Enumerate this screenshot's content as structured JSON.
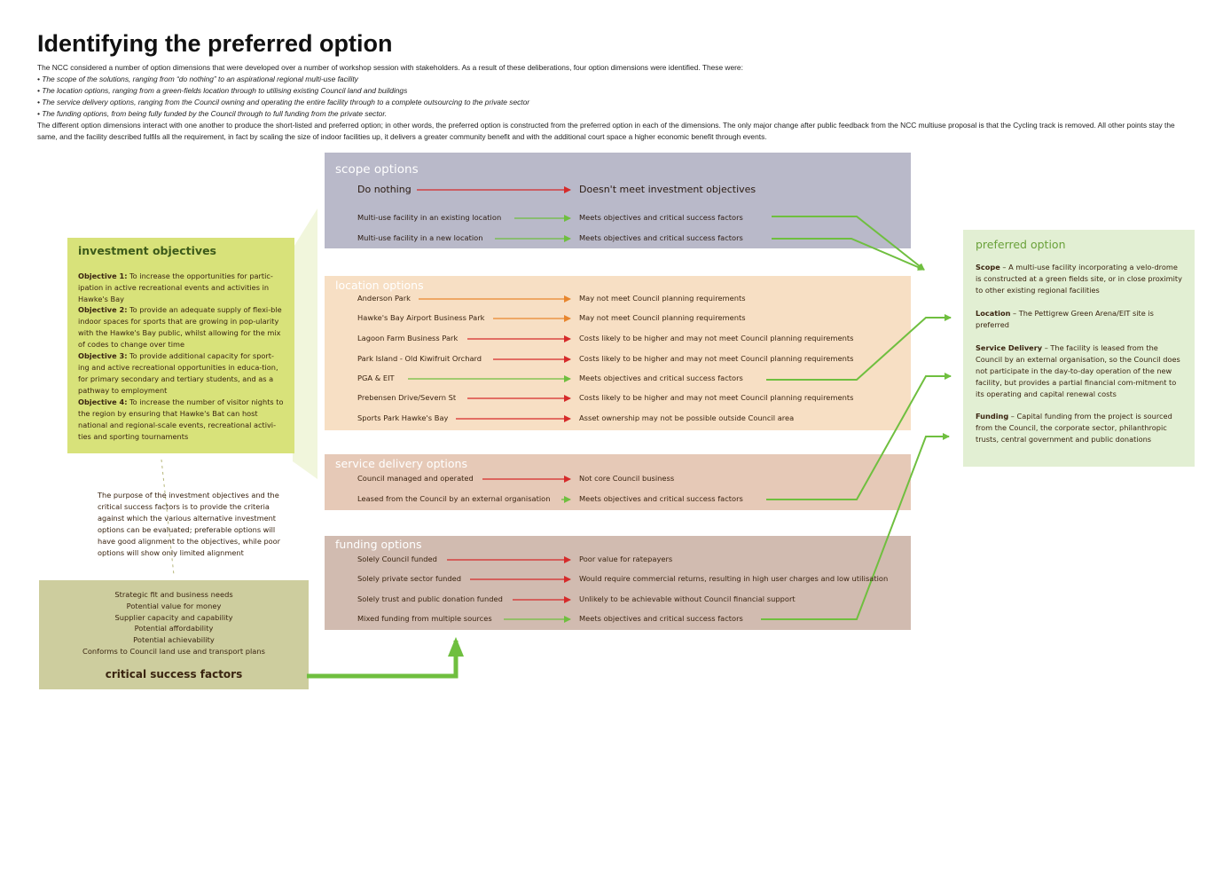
{
  "title": "Identifying the preferred option",
  "intro": {
    "line1": "The NCC considered a number of option dimensions that were developed over a number of workshop session with stakeholders. As a result of these deliberations, four option dimensions were identified. These were:",
    "bullets": [
      "• The scope of the solutions, ranging from “do nothing” to an aspirational regional multi-use facility",
      "• The location options, ranging from a green-fields location through to utilising existing Council land and buildings",
      "• The service delivery options, ranging from the Council owning and operating the entire facility through to a complete outsourcing to the private sector",
      "• The funding options, from being fully funded by the Council through to full funding from the private sector."
    ],
    "line2": "The different option dimensions interact with one another to produce the short-listed and preferred option; in other words, the preferred option is constructed from the preferred option in each of the dimensions. The only major change after public feedback from the NCC multiuse proposal is that the Cycling track is removed. All other points stay the same, and the facility described fulfils all the requirement, in fact by scaling the size of indoor facilities up, it delivers a greater community benefit and with the additional court space a higher economic benefit through events."
  },
  "colors": {
    "scope": "#b9b9c9",
    "location": "#f7dfc4",
    "service": "#e6c9b7",
    "funding": "#d1bbb0",
    "investment": "#d8e27a",
    "csf": "#cdcd9e",
    "preferred": "#e2efd3",
    "green": "#6fbf3f",
    "red": "#d62a2a",
    "orange": "#e8862e"
  },
  "scope": {
    "title": "scope options",
    "rows": [
      {
        "label": "Do nothing",
        "result": "Doesn't meet investment objectives",
        "arrow": "red"
      },
      {
        "label": "Multi-use facility in an existing location",
        "result": "Meets objectives and critical success factors",
        "arrow": "green"
      },
      {
        "label": "Multi-use facility in a new location",
        "result": "Meets objectives and critical success factors",
        "arrow": "green"
      }
    ]
  },
  "location": {
    "title": "location options",
    "rows": [
      {
        "label": "Anderson Park",
        "result": "May not meet Council planning requirements",
        "arrow": "orange"
      },
      {
        "label": "Hawke's Bay Airport Business Park",
        "result": "May not meet Council planning requirements",
        "arrow": "orange"
      },
      {
        "label": "Lagoon Farm Business Park",
        "result": "Costs likely to be higher and may not meet Council planning requirements",
        "arrow": "red"
      },
      {
        "label": "Park Island - Old Kiwifruit Orchard",
        "result": "Costs likely to be higher and may not meet Council planning requirements",
        "arrow": "red"
      },
      {
        "label": "PGA & EIT",
        "result": "Meets objectives and critical success factors",
        "arrow": "green"
      },
      {
        "label": "Prebensen Drive/Severn St",
        "result": "Costs likely to be higher and may not meet Council planning requirements",
        "arrow": "red"
      },
      {
        "label": "Sports Park Hawke's Bay",
        "result": "Asset ownership may not be possible outside Council area",
        "arrow": "red"
      }
    ]
  },
  "service": {
    "title": "service delivery options",
    "rows": [
      {
        "label": "Council managed and operated",
        "result": "Not core Council business",
        "arrow": "red"
      },
      {
        "label": "Leased from the Council by an external organisation",
        "result": "Meets objectives and critical success factors",
        "arrow": "green"
      }
    ]
  },
  "funding": {
    "title": "funding options",
    "rows": [
      {
        "label": "Solely Council funded",
        "result": "Poor value for ratepayers",
        "arrow": "red"
      },
      {
        "label": "Solely private sector funded",
        "result": "Would require commercial returns, resulting in high user charges and low utilisation",
        "arrow": "red"
      },
      {
        "label": "Solely trust and public donation funded",
        "result": "Unlikely to be achievable without Council financial support",
        "arrow": "red"
      },
      {
        "label": "Mixed funding from multiple sources",
        "result": "Meets objectives and critical success factors",
        "arrow": "green"
      }
    ]
  },
  "investment": {
    "title": "investment objectives",
    "objectives": [
      {
        "name": "Objective 1:",
        "text": " To increase the opportunities for partic-ipation in active recreational events and activities in Hawke's Bay"
      },
      {
        "name": "Objective 2:",
        "text": " To provide an adequate supply of flexi-ble indoor spaces for sports that are growing in pop-ularity with the Hawke's Bay public, whilst allowing for the mix of codes to change over time"
      },
      {
        "name": "Objective 3:",
        "text": " To provide additional capacity for sport-ing and active recreational opportunities in educa-tion, for primary secondary and tertiary students, and as a pathway to employment"
      },
      {
        "name": "Objective 4:",
        "text": " To increase the number of visitor nights to the region by ensuring that Hawke's Bat can host national and regional-scale events, recreational activi-ties and sporting tournaments"
      }
    ],
    "purpose": "The purpose of the investment objectives and the critical success factors is to provide the criteria against which the various alternative investment options can be evaluated; preferable options will have good alignment to the objectives, while poor options will show only limited alignment"
  },
  "csf": {
    "title": "critical success factors",
    "items": [
      "Strategic fit and business needs",
      "Potential value for money",
      "Supplier capacity and capability",
      "Potential affordability",
      "Potential achievability",
      "Conforms to Council land use and transport plans"
    ]
  },
  "preferred": {
    "title": "preferred option",
    "items": [
      {
        "head": "Scope",
        "text": " – A multi-use facility incorporating a velo-drome is constructed at a green fields site, or in close proximity to other existing regional facilities"
      },
      {
        "head": "Location",
        "text": " – The Pettigrew Green Arena/EIT site is preferred"
      },
      {
        "head": "Service Delivery",
        "text": " – The facility is leased from the Council by an external organisation, so the Council does not participate in the day-to-day operation of the new facility, but provides a partial financial com-mitment to its operating and capital renewal costs"
      },
      {
        "head": "Funding",
        "text": " – Capital funding from the project is sourced from the Council, the corporate sector, philanthropic trusts, central government and public donations"
      }
    ]
  }
}
